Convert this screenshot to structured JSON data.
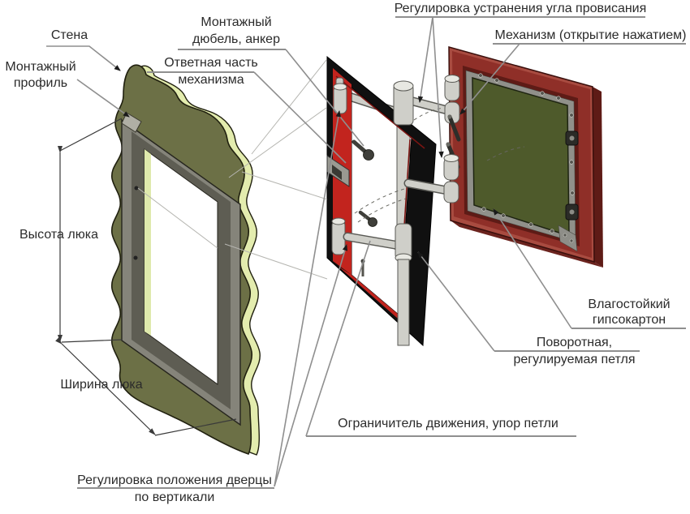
{
  "labels": {
    "wall": {
      "lines": [
        "Стена"
      ]
    },
    "mounting_profile": {
      "lines": [
        "Монтажный",
        "профиль"
      ]
    },
    "mounting_dowel": {
      "lines": [
        "Монтажный",
        "дюбель, анкер"
      ]
    },
    "mechanism_counterpart": {
      "lines": [
        "Ответная часть",
        "механизма"
      ]
    },
    "sag_adjustment": {
      "lines": [
        "Регулировка устранения угла провисания"
      ]
    },
    "push_mechanism": {
      "lines": [
        "Механизм (открытие нажатием)"
      ]
    },
    "hatch_height": {
      "lines": [
        "Высота люка"
      ]
    },
    "hatch_width": {
      "lines": [
        "Ширина люка"
      ]
    },
    "drywall": {
      "lines": [
        "Влагостойкий",
        "гипсокартон"
      ]
    },
    "hinge": {
      "lines": [
        "Поворотная,",
        "регулируемая петля"
      ]
    },
    "limiter": {
      "lines": [
        "Ограничитель движения, упор петли"
      ]
    },
    "vertical_adjustment": {
      "lines": [
        "Регулировка положения дверцы",
        "по вертикали"
      ]
    }
  },
  "colors": {
    "wall_green": "#6c7046",
    "wall_edge": "#e3ecae",
    "profile_gray": "#85847a",
    "profile_dark": "#5e5d53",
    "opening_white": "#ffffff",
    "frame_black": "#101010",
    "frame_red": "#c2241e",
    "door_red": "#8f2f28",
    "door_red_edge": "#a84b40",
    "door_red_dark": "#5e1b16",
    "panel_green": "#4e5a2b",
    "liner_gray": "#90908a",
    "metal_light": "#cfcfc9",
    "line_gray": "#8f8f8f",
    "dim_color": "#3a3a3a",
    "text_color": "#2b2b2b"
  }
}
